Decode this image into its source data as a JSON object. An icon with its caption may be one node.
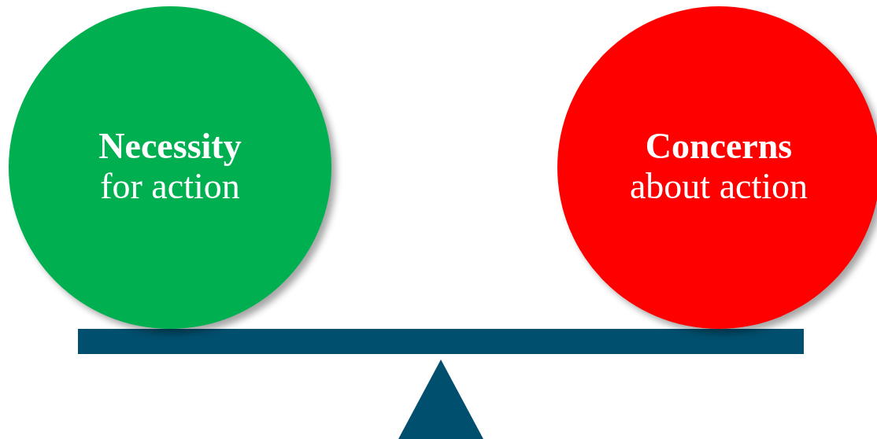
{
  "diagram": {
    "nodes": [
      {
        "text": [
          "Necessity",
          "for action"
        ]
      },
      {
        "text": [
          "Concerns",
          "about action"
        ]
      }
    ]
  }
}
